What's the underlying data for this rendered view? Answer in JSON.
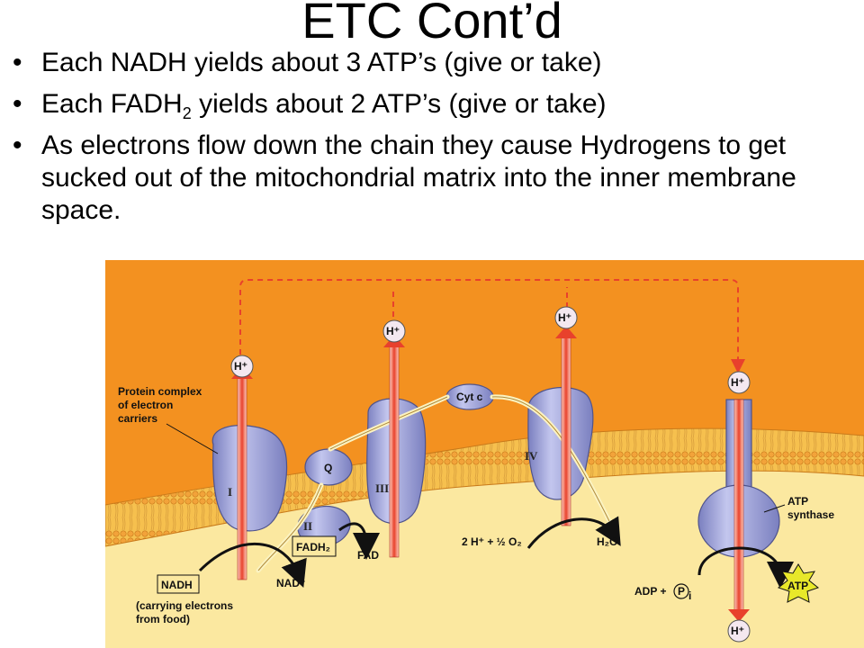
{
  "slide": {
    "title": "ETC Cont’d",
    "bullets": [
      {
        "pre": "Each NADH yields about 3 ATP’s (give or take)"
      },
      {
        "pre": "Each FADH",
        "sub": "2",
        "post": " yields about 2 ATP’s (give or take)"
      },
      {
        "pre": "As electrons flow down the chain they cause Hydrogens to get sucked out of the mitochondrial matrix into the inner membrane space."
      }
    ]
  },
  "diagram": {
    "labels": {
      "h_plus": "H⁺",
      "protein_complex_1": "Protein complex",
      "protein_complex_2": "of electron",
      "protein_complex_3": "carriers",
      "q": "Q",
      "cyt_c": "Cyt c",
      "complex_1": "I",
      "complex_2": "II",
      "complex_3": "III",
      "complex_4": "IV",
      "fadh2": "FADH₂",
      "fad": "FAD",
      "nadh": "NADH",
      "nad": "NAD⁺",
      "carrying_1": "(carrying electrons",
      "carrying_2": "from food)",
      "water_eq": "2 H⁺ + ½ O₂",
      "h2o": "H₂O",
      "atp_synthase_1": "ATP",
      "atp_synthase_2": "synthase",
      "adp": "ADP +",
      "pi": "P",
      "pi_sub": "i",
      "atp": "ATP"
    },
    "colors": {
      "intermembrane": "#f39120",
      "matrix": "#fbe8a0",
      "membrane": "#f6c04e",
      "protein": "#9aa0d6",
      "protein_dark": "#6c6fa8",
      "arrow_red": "#e8412c",
      "arrow_cream": "#fbf3c2"
    }
  }
}
